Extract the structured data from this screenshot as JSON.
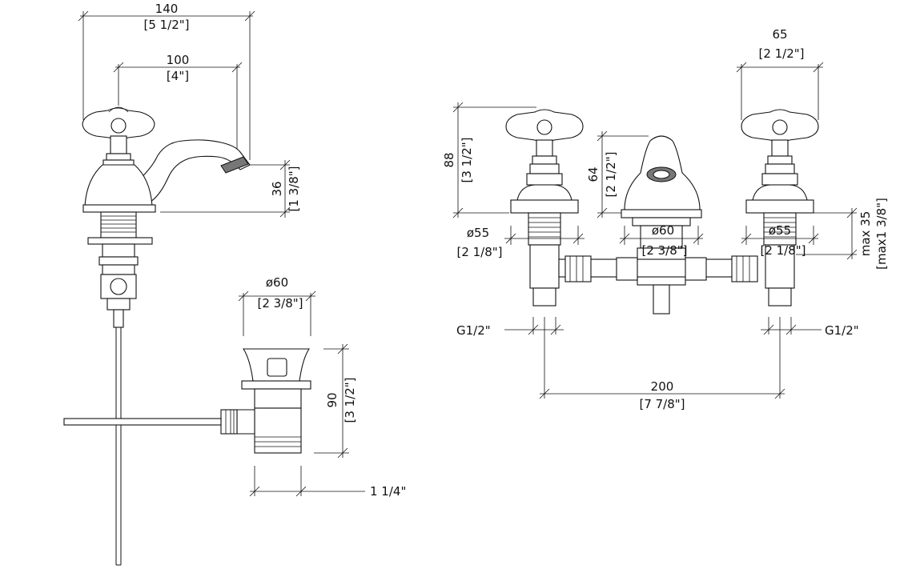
{
  "dimensions": {
    "spout_width_mm": "140",
    "spout_width_in": "[5 1/2\"]",
    "spout_reach_mm": "100",
    "spout_reach_in": "[4\"]",
    "spout_height_mm": "36",
    "spout_height_in": "[1 3/8\"]",
    "waste_diameter_mm": "ø60",
    "waste_diameter_in": "[2 3/8\"]",
    "waste_height_mm": "90",
    "waste_height_in": "[3 1/2\"]",
    "waste_thread": "1 1/4\"",
    "handle_height_mm": "88",
    "handle_height_in": "[3 1/2\"]",
    "spout_front_height_mm": "64",
    "spout_front_height_in": "[2 1/2\"]",
    "handle_width_mm": "65",
    "handle_width_in": "[2 1/2\"]",
    "left_base_diameter_mm": "ø55",
    "left_base_diameter_in": "[2 1/8\"]",
    "center_base_diameter_mm": "ø60",
    "center_base_diameter_in": "[2 3/8\"]",
    "right_base_diameter_mm": "ø55",
    "right_base_diameter_in": "[2 1/8\"]",
    "deck_thickness_mm": "max 35",
    "deck_thickness_in": "[max1 3/8\"]",
    "left_inlet_thread": "G1/2\"",
    "right_inlet_thread": "G1/2\"",
    "centers_mm": "200",
    "centers_in": "[7 7/8\"]"
  }
}
